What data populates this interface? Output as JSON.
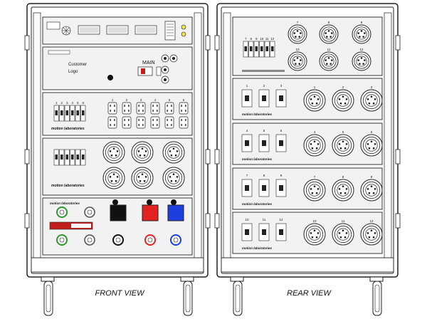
{
  "front": {
    "caption": "FRONT VIEW",
    "panel_text": {
      "customer": "Customer",
      "logo": "Logo",
      "main": "MAIN"
    },
    "front_numbers_row1": [
      "1",
      "2",
      "3",
      "4",
      "5",
      "6"
    ],
    "brand_text": "motion laboratories"
  },
  "rear": {
    "caption": "REAR VIEW",
    "top_numbers": [
      "7",
      "8",
      "9",
      "10",
      "11",
      "12"
    ],
    "groups": [
      {
        "numbers": [
          "1",
          "2",
          "3"
        ]
      },
      {
        "numbers": [
          "4",
          "5",
          "6"
        ]
      },
      {
        "numbers": [
          "7",
          "8",
          "9"
        ]
      },
      {
        "numbers": [
          "10",
          "11",
          "12"
        ]
      }
    ],
    "brand_text": "motion laboratories"
  },
  "colors": {
    "line": "#222222",
    "panel": "#f2f2f2",
    "black": "#111111",
    "red": "#e32222",
    "blue": "#1f3ee0",
    "green": "#2a9a2a",
    "red_strip": "#c21d1d"
  }
}
